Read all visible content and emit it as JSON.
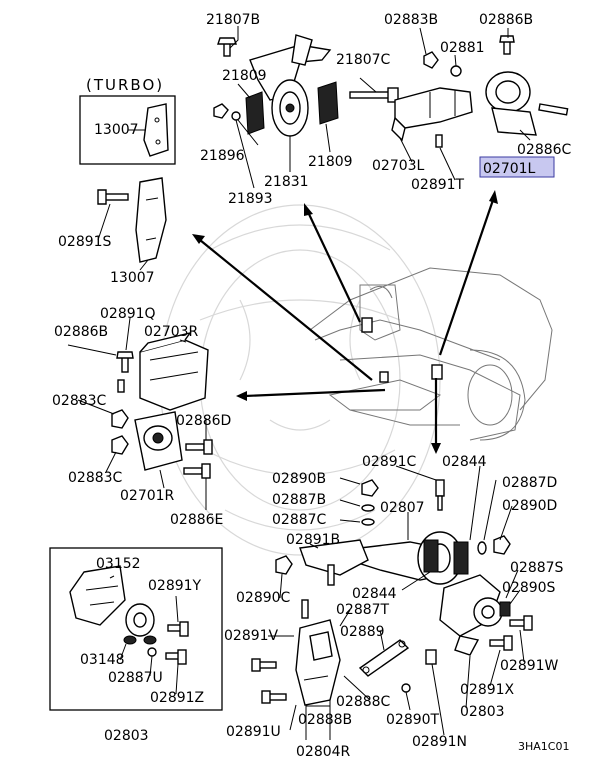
{
  "highlight_color": "#c8c8f0",
  "turbo_label": "(TURBO)",
  "drawing_code": "3HA1C01",
  "labels": {
    "p21807B": "21807B",
    "p02883B": "02883B",
    "p02886B_top": "02886B",
    "p02881": "02881",
    "p21807C": "21807C",
    "p21809_a": "21809",
    "p13007_turbo": "13007",
    "p21896": "21896",
    "p21831": "21831",
    "p21809_b": "21809",
    "p02703L": "02703L",
    "p02886C": "02886C",
    "p02701L": "02701L",
    "p02891T_top": "02891T",
    "p21893": "21893",
    "p02891S": "02891S",
    "p13007": "13007",
    "p02891Q": "02891Q",
    "p02886B_left": "02886B",
    "p02703R": "02703R",
    "p02883C_a": "02883C",
    "p02886D": "02886D",
    "p02883C_b": "02883C",
    "p02701R": "02701R",
    "p02886E": "02886E",
    "p02891C": "02891C",
    "p02844_top": "02844",
    "p02890B": "02890B",
    "p02887D": "02887D",
    "p02887B": "02887B",
    "p02890D": "02890D",
    "p02887C": "02887C",
    "p02807": "02807",
    "p02891B": "02891B",
    "p02887S": "02887S",
    "p03152": "03152",
    "p02890S": "02890S",
    "p02891Y": "02891Y",
    "p02890C": "02890C",
    "p02844_mid": "02844",
    "p02887T": "02887T",
    "p02889": "02889",
    "p02891V": "02891V",
    "p03148": "03148",
    "p02891W": "02891W",
    "p02887U": "02887U",
    "p02891X": "02891X",
    "p02891Z": "02891Z",
    "p02888C": "02888C",
    "p02803_right": "02803",
    "p02890T": "02890T",
    "p02891U": "02891U",
    "p02888B": "02888B",
    "p02891N": "02891N",
    "p02803_box": "02803",
    "p02804R": "02804R"
  }
}
